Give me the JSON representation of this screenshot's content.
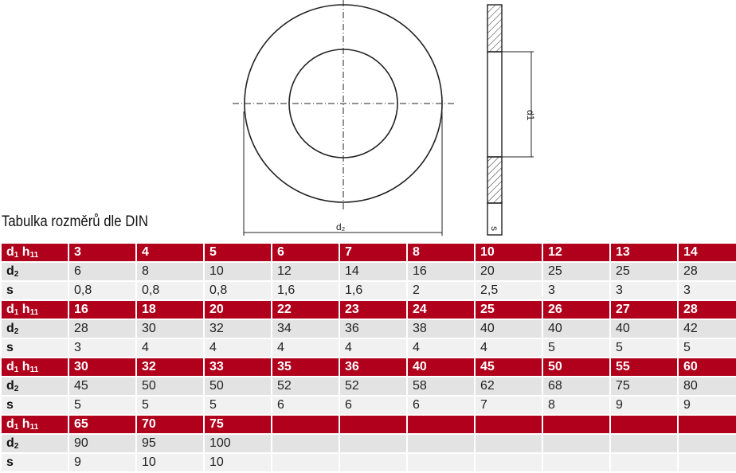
{
  "title": "Tabulka rozměrů dle DIN",
  "drawing": {
    "d1_label": "d1",
    "d2_label": "d2",
    "s_label": "s"
  },
  "row_labels": {
    "d1": "d",
    "d1_sub": "1",
    "h": " h",
    "h_sub": "11",
    "d2": "d",
    "d2_sub": "2",
    "s": "s"
  },
  "blocks": [
    {
      "d1": [
        "3",
        "4",
        "5",
        "6",
        "7",
        "8",
        "10",
        "12",
        "13",
        "14"
      ],
      "d2": [
        "6",
        "8",
        "10",
        "12",
        "14",
        "16",
        "20",
        "25",
        "25",
        "28"
      ],
      "s": [
        "0,8",
        "0,8",
        "0,8",
        "1,6",
        "1,6",
        "2",
        "2,5",
        "3",
        "3",
        "3"
      ]
    },
    {
      "d1": [
        "16",
        "18",
        "20",
        "22",
        "23",
        "24",
        "25",
        "26",
        "27",
        "28"
      ],
      "d2": [
        "28",
        "30",
        "32",
        "34",
        "36",
        "38",
        "40",
        "40",
        "40",
        "42"
      ],
      "s": [
        "3",
        "4",
        "4",
        "4",
        "4",
        "4",
        "4",
        "5",
        "5",
        "5"
      ]
    },
    {
      "d1": [
        "30",
        "32",
        "33",
        "35",
        "36",
        "40",
        "45",
        "50",
        "55",
        "60"
      ],
      "d2": [
        "45",
        "50",
        "50",
        "52",
        "52",
        "58",
        "62",
        "68",
        "75",
        "80"
      ],
      "s": [
        "5",
        "5",
        "5",
        "6",
        "6",
        "6",
        "7",
        "8",
        "9",
        "9"
      ]
    },
    {
      "d1": [
        "65",
        "70",
        "75",
        "",
        "",
        "",
        "",
        "",
        "",
        ""
      ],
      "d2": [
        "90",
        "95",
        "100",
        "",
        "",
        "",
        "",
        "",
        "",
        ""
      ],
      "s": [
        "9",
        "10",
        "10",
        "",
        "",
        "",
        "",
        "",
        "",
        ""
      ]
    }
  ]
}
